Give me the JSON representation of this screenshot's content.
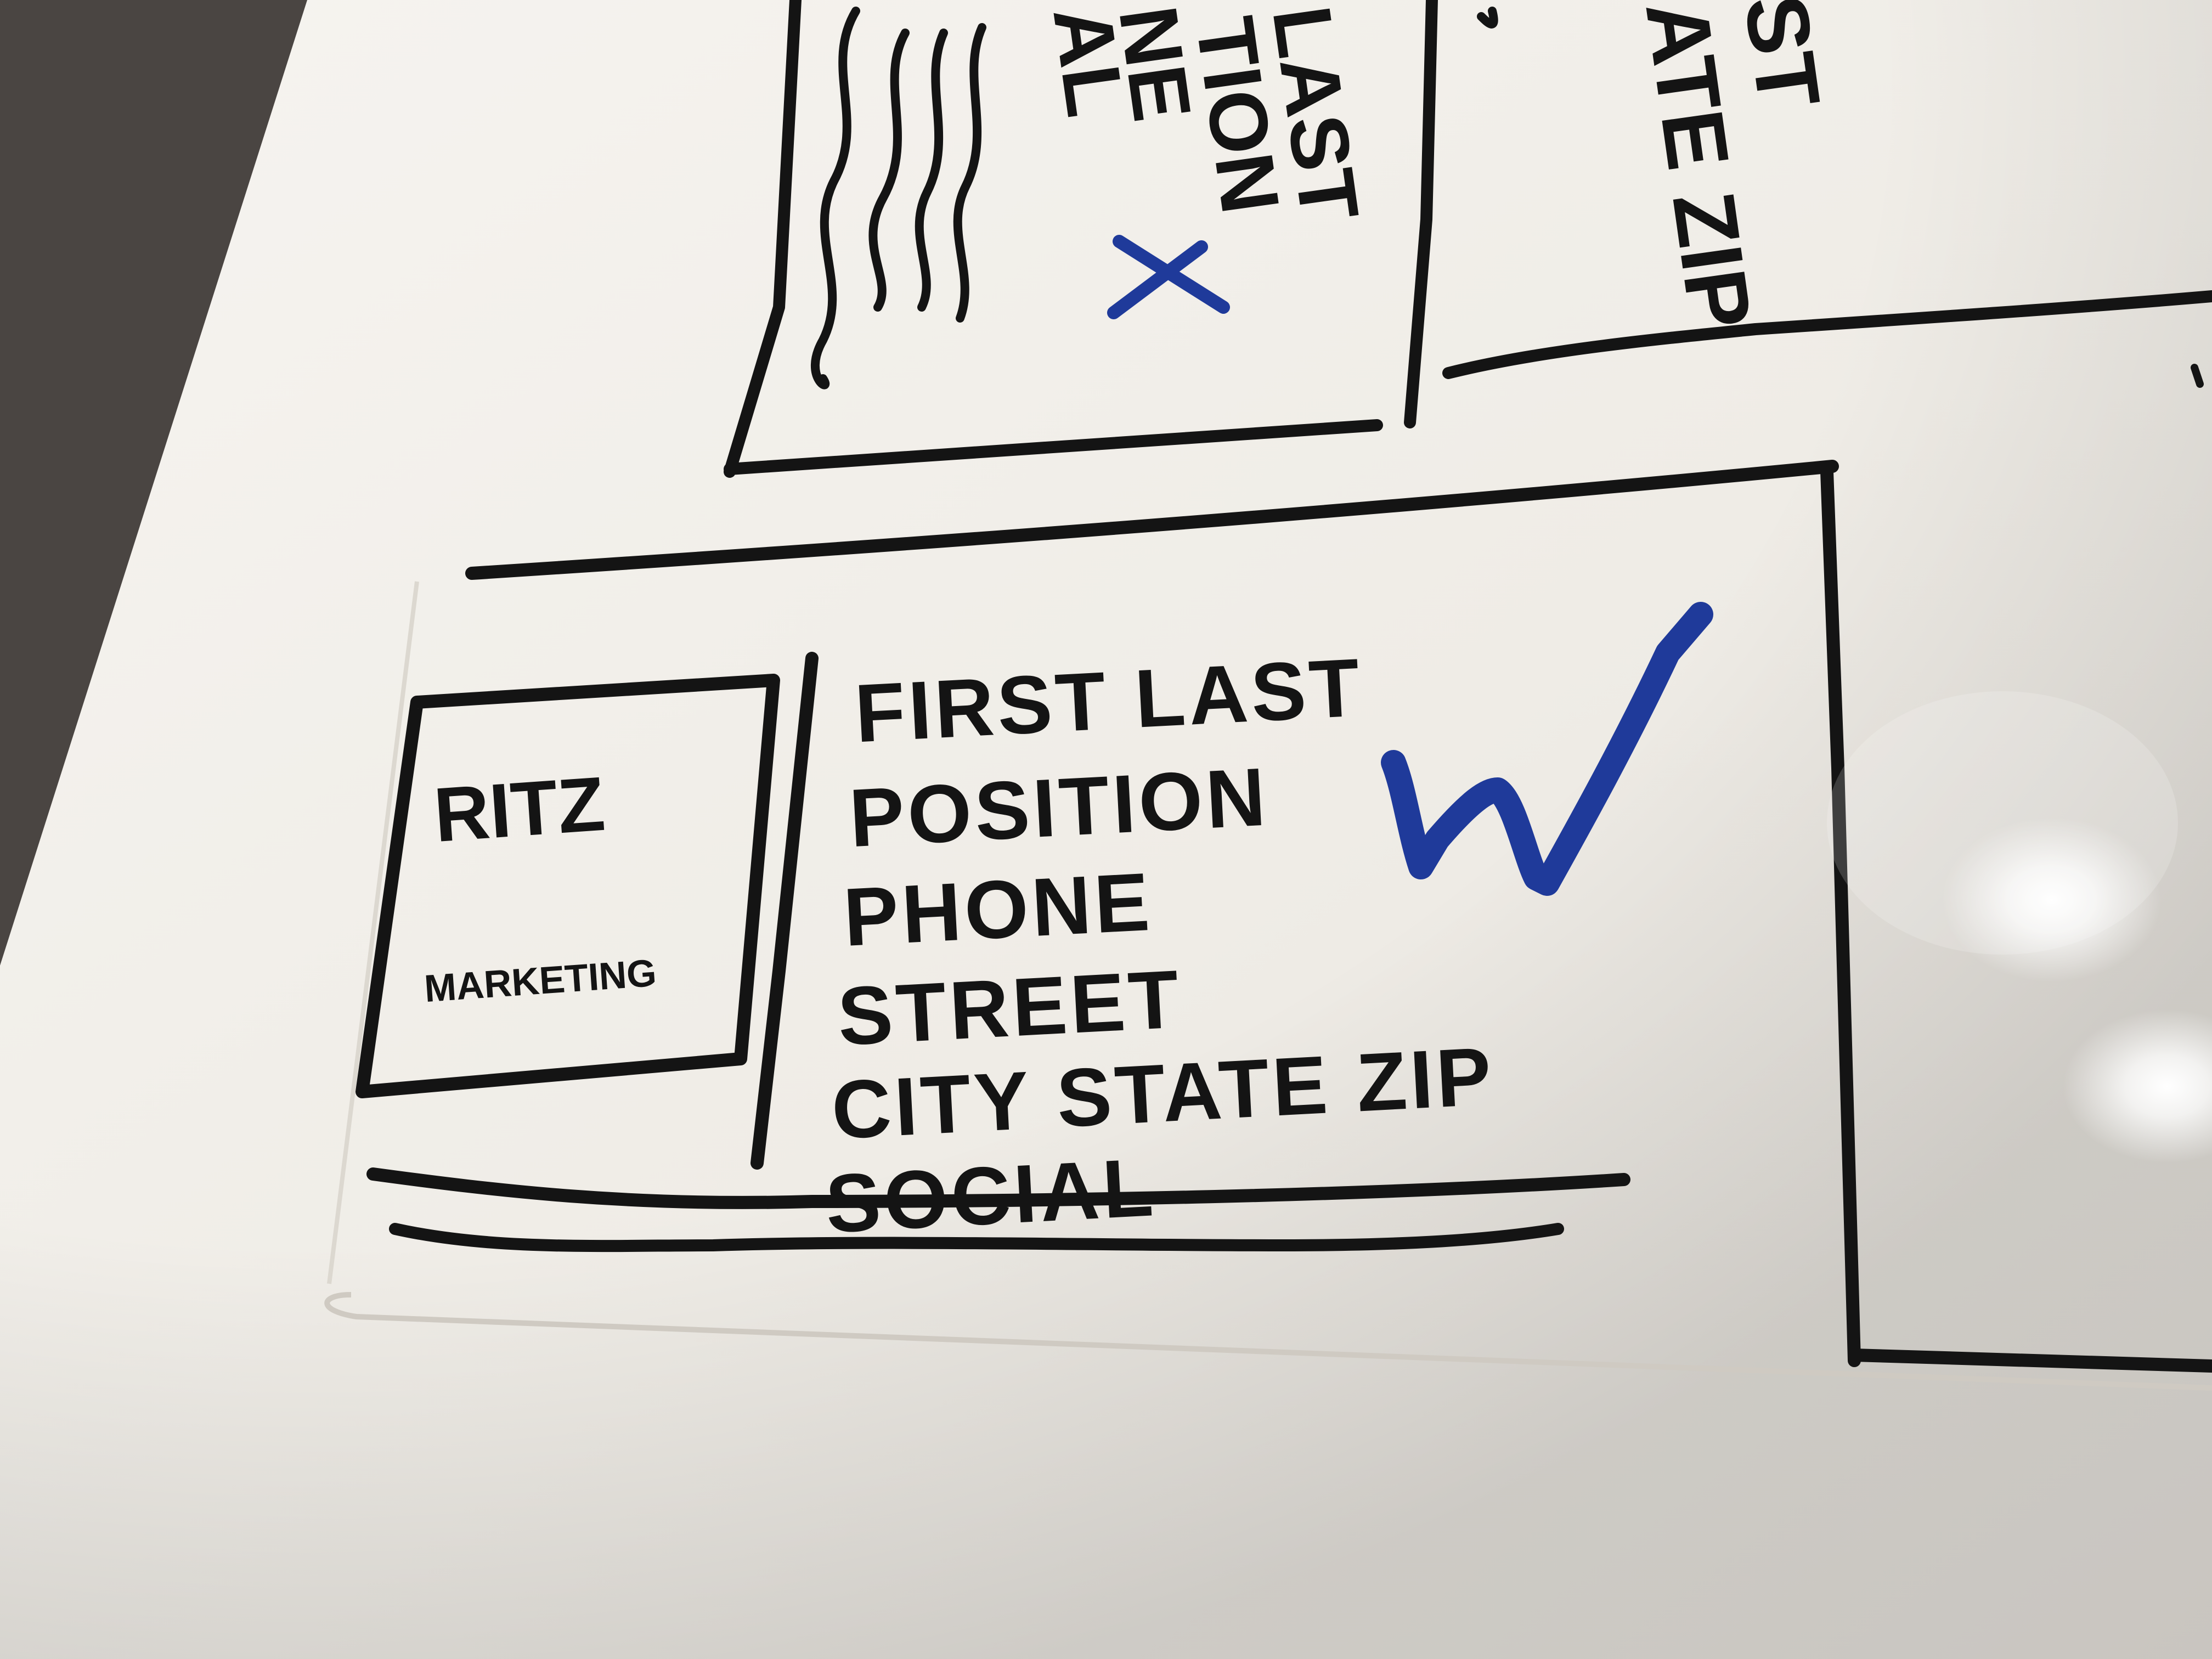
{
  "whiteboard": {
    "top_card": {
      "rotated_lines": [
        "LAST",
        "TION",
        "NE",
        "AL"
      ],
      "mark": "X"
    },
    "top_right_card": {
      "rotated_lines": [
        "ST",
        "ATE ZIP"
      ]
    },
    "main_card": {
      "logo_lines": [
        "RITZ",
        "MARKETING"
      ],
      "info_lines": [
        "FIRST LAST",
        "POSITION",
        "PHONE",
        "STREET",
        "CITY STATE ZIP",
        "SOCIAL"
      ],
      "check_mark": "check",
      "selected": true
    }
  },
  "colors": {
    "marker_black": "#141414",
    "marker_blue": "#1f3a9a",
    "board_white": "#f4f2ee",
    "table_dark": "#4a4542"
  }
}
